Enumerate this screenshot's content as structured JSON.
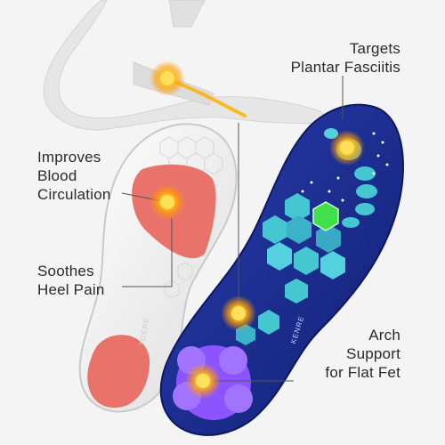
{
  "callouts": {
    "targets_plantar_fasciitis": "Targets\nPlantar Fasciitis",
    "improves_blood_circulation": "Improves\nBlood\nCirculation",
    "soothes_heel_pain": "Soothes\nHeel Pain",
    "arch_support": "Arch\nSupport\nfor Flat Fet"
  },
  "brand": {
    "white_insole_logo": "TOERE",
    "blue_insole_logo": "KENRE"
  },
  "colors": {
    "background": "#f4f4f4",
    "glow": "#ffb000",
    "blue_insole": "#1c2a8f",
    "gel_pad": "#e9736a",
    "teal_pods": "#45c7d2",
    "purple_heel": "#8b54ff",
    "green_highlight": "#41e04b"
  }
}
